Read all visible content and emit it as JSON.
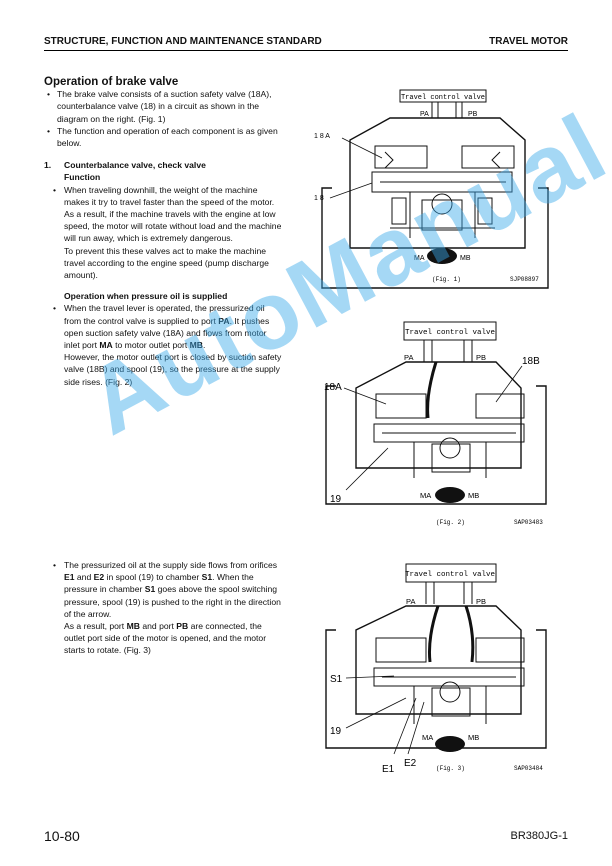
{
  "header": {
    "left": "STRUCTURE, FUNCTION AND MAINTENANCE STANDARD",
    "right": "TRAVEL MOTOR"
  },
  "section": {
    "title": "Operation of brake valve",
    "intro": [
      "The brake valve consists of a suction safety valve (18A), counterbalance valve (18) in a circuit as shown in the diagram on the right. (Fig. 1)",
      "The function and operation of each component is as given below."
    ],
    "item1_number": "1.",
    "item1_title": "Counterbalance valve, check valve",
    "item1_sub": "Function",
    "function_bullet": "When traveling downhill, the weight of the machine makes it try to travel faster than the speed of the motor.",
    "function_para1": "As a result, if the machine travels with the engine at low speed, the motor will rotate without load and the machine will run away, which is extremely dangerous.",
    "function_para2": "To prevent this these valves act to make the machine travel according to the engine speed (pump discharge amount).",
    "op_title": "Operation when pressure oil is supplied",
    "op_bullet_pre": "When the travel lever is operated, the pressurized oil from the control valve is supplied to port ",
    "op_bullet_pa": "PA",
    "op_bullet_mid": ". It pushes open suction safety valve (18A) and flows from motor inlet port ",
    "op_bullet_ma": "MA",
    "op_bullet_mid2": " to motor outlet port ",
    "op_bullet_mb": "MB",
    "op_bullet_end": ".",
    "op_para": "However, the motor outlet port is closed by suction safety valve (18B) and spool (19), so the pressure at the supply side rises. (Fig. 2)",
    "b3_a": "The pressurized oil at the supply side flows from orifices ",
    "b3_e1": "E1",
    "b3_b": " and ",
    "b3_e2": "E2",
    "b3_c": " in spool (19) to chamber ",
    "b3_s1": "S1",
    "b3_d": ". When the pressure in chamber ",
    "b3_s1b": "S1",
    "b3_e": " goes above the spool switching pressure, spool (19) is pushed to the right in the direction of the arrow.",
    "b3_f": "As a result, port ",
    "b3_mb": "MB",
    "b3_g": " and port ",
    "b3_pb": "PB",
    "b3_h": " are connected, the outlet port side of the motor is opened, and the motor starts to rotate. (Fig. 3)"
  },
  "fig1": {
    "box": "Travel control valve",
    "pa": "PA",
    "pb": "PB",
    "l18a": "1 8 A",
    "l18": "1 8",
    "ma": "MA",
    "mb": "MB",
    "cap": "(Fig. 1)",
    "code": "SJP08897"
  },
  "fig2": {
    "box": "Travel control valve",
    "pa": "PA",
    "pb": "PB",
    "l18a": "18A",
    "l18b": "18B",
    "l19": "19",
    "ma": "MA",
    "mb": "MB",
    "cap": "(Fig. 2)",
    "code": "SAP03483"
  },
  "fig3": {
    "box": "Travel control valve",
    "pa": "PA",
    "pb": "PB",
    "s1": "S1",
    "l19": "19",
    "e1": "E1",
    "e2": "E2",
    "ma": "MA",
    "mb": "MB",
    "cap": "(Fig. 3)",
    "code": "SAP03484"
  },
  "watermark": "AutoManual",
  "footer": {
    "page": "10-80",
    "model": "BR380JG-1"
  }
}
